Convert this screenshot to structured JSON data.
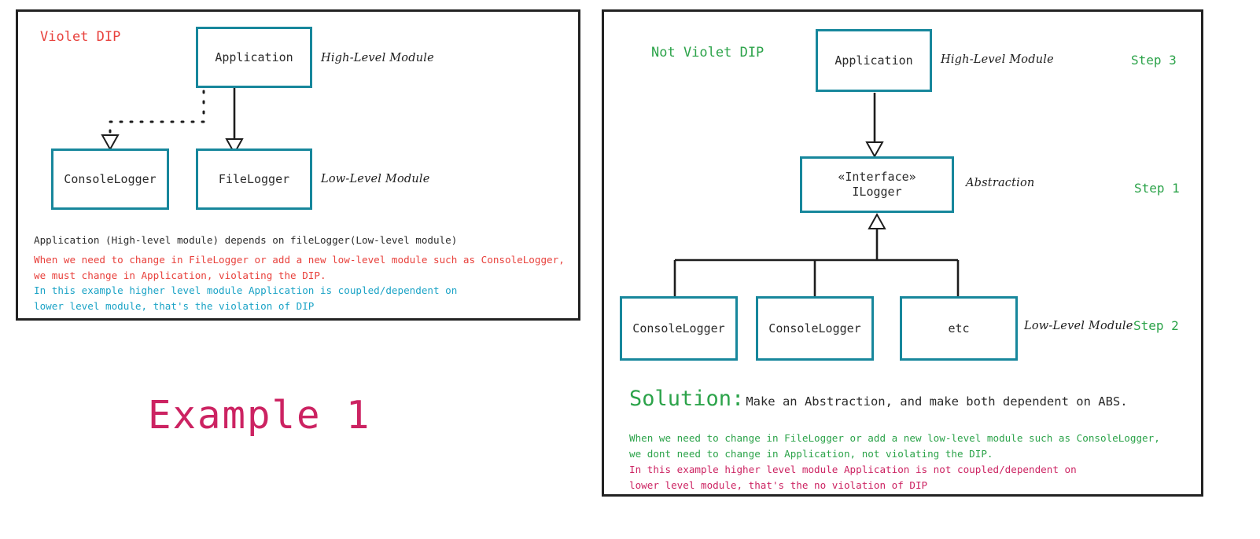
{
  "colors": {
    "node_border": "#17879c",
    "frame": "#222222",
    "red": "#e8413c",
    "blue": "#1ba3c6",
    "green": "#2ca34a",
    "pink": "#cc2362",
    "ink": "#1d1d1d"
  },
  "left_panel": {
    "title": "Violet DIP",
    "nodes": {
      "application": "Application",
      "console_logger": "ConsoleLogger",
      "file_logger": "FileLogger"
    },
    "annotations": {
      "high_level": "High-Level Module",
      "low_level": "Low-Level Module"
    },
    "notes": {
      "summary": "Application (High-level module) depends on fileLogger(Low-level module)",
      "violation": "When we need to change in FileLogger or add a new low-level module such as ConsoleLogger,\nwe must change in Application, violating the DIP.",
      "explanation": "In this example higher level module Application is coupled/dependent on\nlower level module, that's the violation of DIP"
    }
  },
  "example_label": "Example 1",
  "right_panel": {
    "title": "Not Violet DIP",
    "nodes": {
      "application": "Application",
      "interface": "«Interface»\nILogger",
      "logger_1": "ConsoleLogger",
      "logger_2": "ConsoleLogger",
      "logger_3": "etc"
    },
    "annotations": {
      "high_level": "High-Level Module",
      "abstraction": "Abstraction",
      "low_level": "Low-Level Module"
    },
    "steps": {
      "step_3": "Step 3",
      "step_1": "Step 1",
      "step_2": "Step 2"
    },
    "solution": {
      "word": "Solution:",
      "rest": "Make an Abstraction, and make both dependent on ABS."
    },
    "notes": {
      "no_violation": "When we need to change in FileLogger or add a new low-level module such as ConsoleLogger,\nwe dont need to change in Application, not violating the DIP.",
      "explanation": "In this example higher level module Application is not coupled/dependent on\nlower level module, that's the no violation of DIP"
    }
  }
}
